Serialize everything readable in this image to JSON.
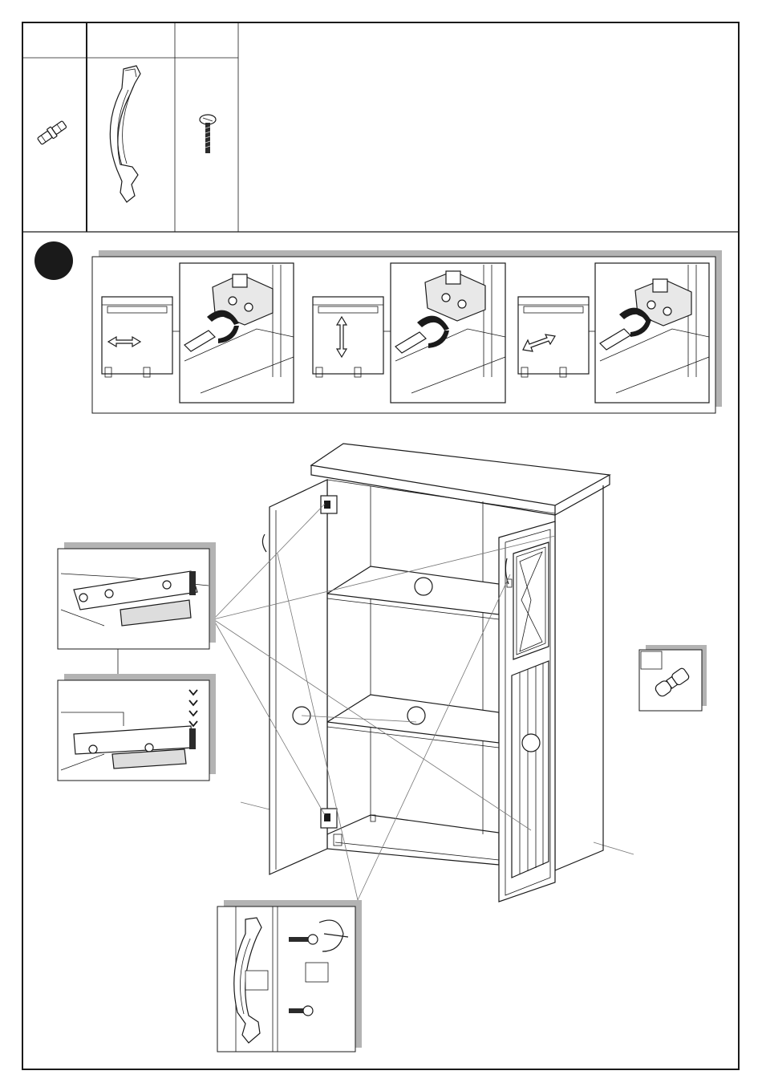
{
  "page": {
    "border_color": "#1a1a1a",
    "shadow_color": "#b3b3b3",
    "step_marker_color": "#1a1a1a"
  },
  "parts_table": {
    "columns": [
      {
        "part_icon": "dowel-icon"
      },
      {
        "part_icon": "door-handle-icon"
      },
      {
        "part_icon": "screw-icon"
      }
    ]
  },
  "step": {
    "marker_icon": "step-number-circle-icon"
  },
  "hinge_adjustment": {
    "panels": [
      {
        "direction": "horizontal",
        "arrow_icon": "double-arrow-horizontal-icon",
        "tool_icon": "screwdriver-hinge-icon"
      },
      {
        "direction": "vertical",
        "arrow_icon": "double-arrow-vertical-icon",
        "tool_icon": "screwdriver-hinge-icon"
      },
      {
        "direction": "depth",
        "arrow_icon": "double-arrow-depth-icon",
        "tool_icon": "screwdriver-hinge-icon"
      }
    ]
  },
  "details": {
    "hinge_detail": "hinge-clip-icon",
    "hinge_press_marks": "chevron-down-icon",
    "knob_detail": "knob-dowel-icon",
    "handle_detail": "handle-screw-icon"
  }
}
